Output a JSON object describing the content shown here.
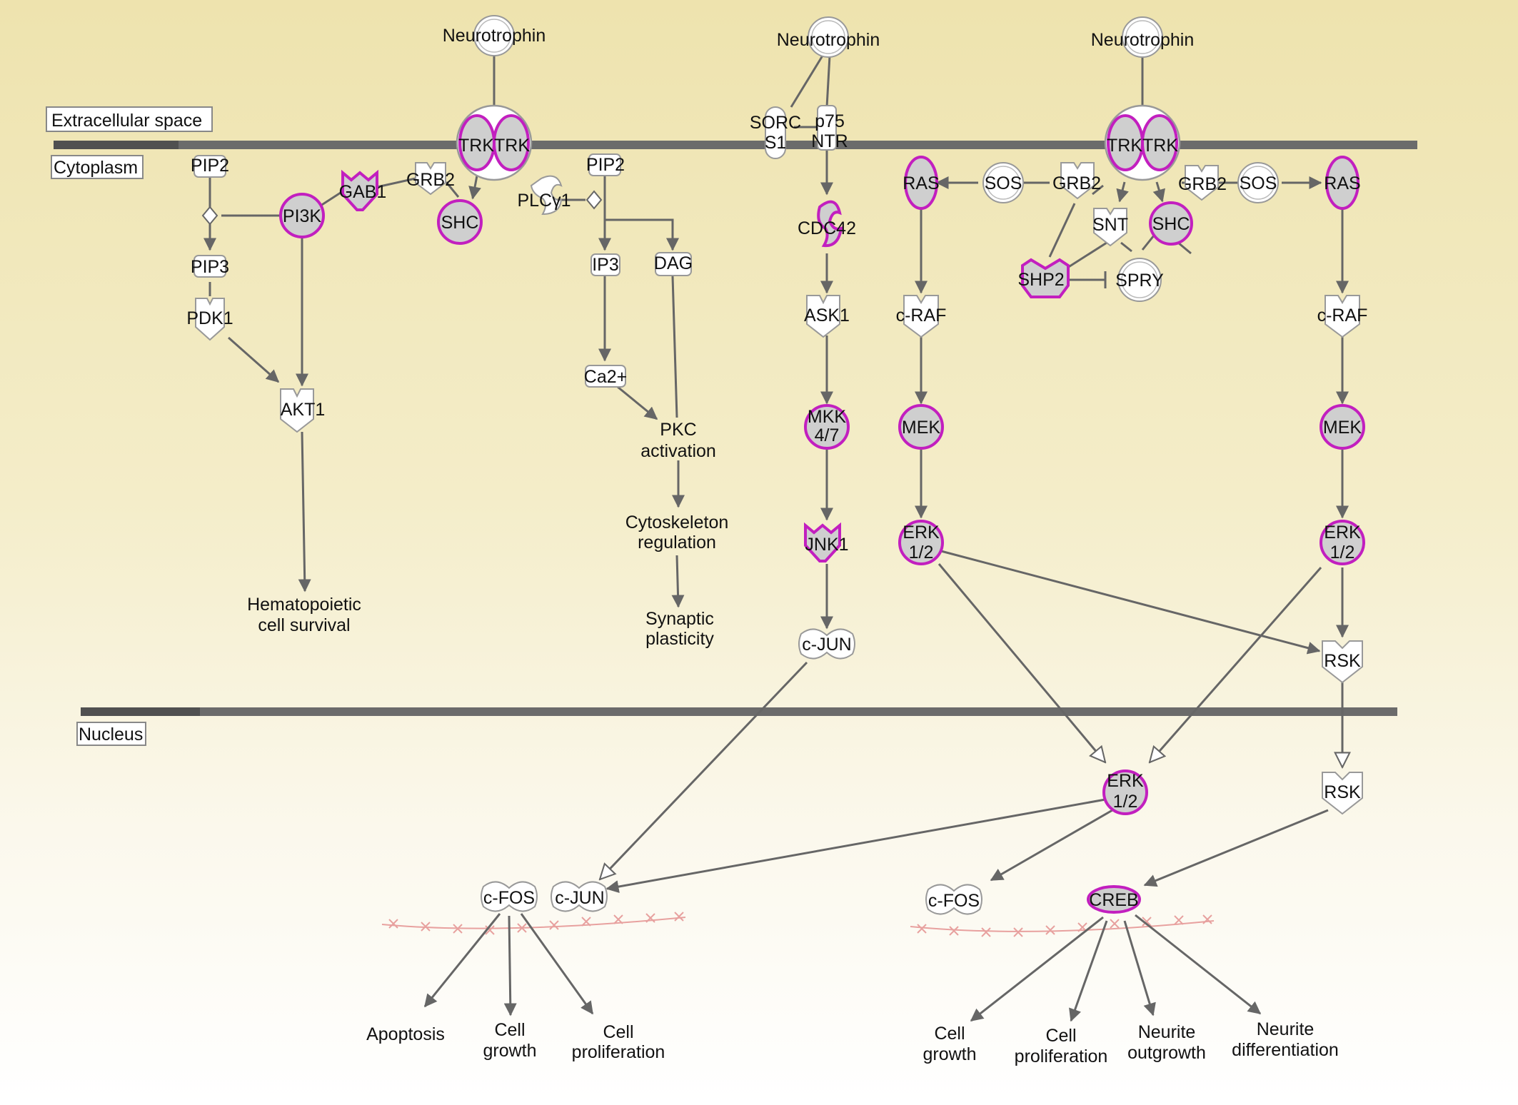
{
  "compartments": {
    "extracellular": "Extracellular space",
    "cytoplasm": "Cytoplasm",
    "nucleus": "Nucleus"
  },
  "nodes": {
    "nt1": "Neurotrophin",
    "nt2": "Neurotrophin",
    "nt3": "Neurotrophin",
    "trk1": "TRKTRK",
    "trk2": "TRKTRK",
    "sorcs1_a": "SORC",
    "sorcs1_b": "S1",
    "p75_a": "p75",
    "p75_b": "NTR",
    "pip2_a": "PIP2",
    "pip2_b": "PIP2",
    "pip3": "PIP3",
    "pdk1": "PDK1",
    "pi3k": "PI3K",
    "gab1": "GAB1",
    "grb2_a": "GRB2",
    "shc_a": "SHC",
    "plcy1": "PLCγ1",
    "ip3": "IP3",
    "dag": "DAG",
    "ca2": "Ca2+",
    "pkc_a": "PKC",
    "pkc_b": "activation",
    "cyto_a": "Cytoskeleton",
    "cyto_b": "regulation",
    "syn_a": "Synaptic",
    "syn_b": "plasticity",
    "akt1": "AKT1",
    "hema_a": "Hematopoietic",
    "hema_b": "cell survival",
    "cdc42": "CDC42",
    "ask1": "ASK1",
    "mkk_a": "MKK",
    "mkk_b": "4/7",
    "jnk1": "JNK1",
    "cjun_c": "c-JUN",
    "ras_a": "RAS",
    "sos_a": "SOS",
    "grb2_b": "GRB2",
    "grb2_c": "GRB2",
    "sos_b": "SOS",
    "ras_b": "RAS",
    "snt": "SNT",
    "shc_b": "SHC",
    "shp2": "SHP2",
    "spry": "SPRY",
    "craf_a": "c-RAF",
    "craf_b": "c-RAF",
    "mek_a": "MEK",
    "mek_b": "MEK",
    "erk_a1": "ERK",
    "erk_a2": "1/2",
    "erk_b1": "ERK",
    "erk_b2": "1/2",
    "rsk_c": "RSK",
    "erk_n1": "ERK",
    "erk_n2": "1/2",
    "rsk_n": "RSK",
    "cfos_a": "c-FOS",
    "cjun_n": "c-JUN",
    "cfos_b": "c-FOS",
    "creb": "CREB",
    "apoptosis": "Apoptosis",
    "cg1_a": "Cell",
    "cg1_b": "growth",
    "cp1_a": "Cell",
    "cp1_b": "proliferation",
    "cg2_a": "Cell",
    "cg2_b": "growth",
    "cp2_a": "Cell",
    "cp2_b": "proliferation",
    "no_a": "Neurite",
    "no_b": "outgrowth",
    "nd_a": "Neurite",
    "nd_b": "differentiation"
  },
  "colors": {
    "highlight": "#c21fbf",
    "edge": "#666666",
    "membrane": "#6b6b6b",
    "node_fill": "#ffffff",
    "highlight_fill": "#cfcfcf"
  }
}
